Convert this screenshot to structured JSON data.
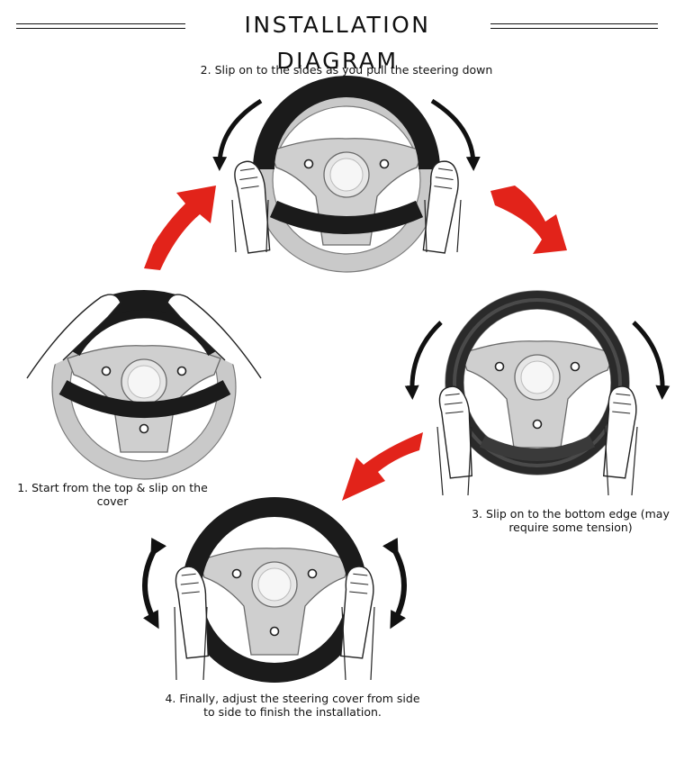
{
  "title": "INSTALLATION DIAGRAM",
  "steps": [
    {
      "text_line1": "1. Start from the top & slip on the",
      "text_line2": "cover"
    },
    {
      "text_line1": "2. Slip on to the sides as you pull the steering down",
      "text_line2": ""
    },
    {
      "text_line1": "3. Slip on to the bottom edge (may",
      "text_line2": "require some tension)"
    },
    {
      "text_line1": "4. Finally, adjust the steering cover from side",
      "text_line2": "to side to finish the installation."
    }
  ],
  "colors": {
    "arrow_red": "#e2231a",
    "cover_black": "#1b1b1b",
    "wheel_grey": "#c9c9c9",
    "hub_grey": "#e2e2e2"
  }
}
